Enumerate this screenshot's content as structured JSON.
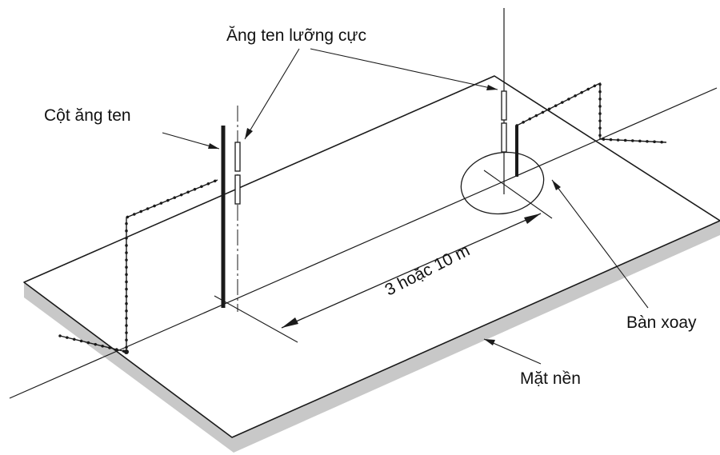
{
  "labels": {
    "dipole_antenna": "Ăng ten lưỡng cực",
    "antenna_mast": "Cột ăng ten",
    "turntable": "Bàn xoay",
    "ground_plane": "Mặt nền",
    "distance": "3 hoặc 10 m"
  },
  "colors": {
    "line": "#1a1a1a",
    "ground_shadow": "#c8c8c8",
    "background": "#ffffff"
  }
}
